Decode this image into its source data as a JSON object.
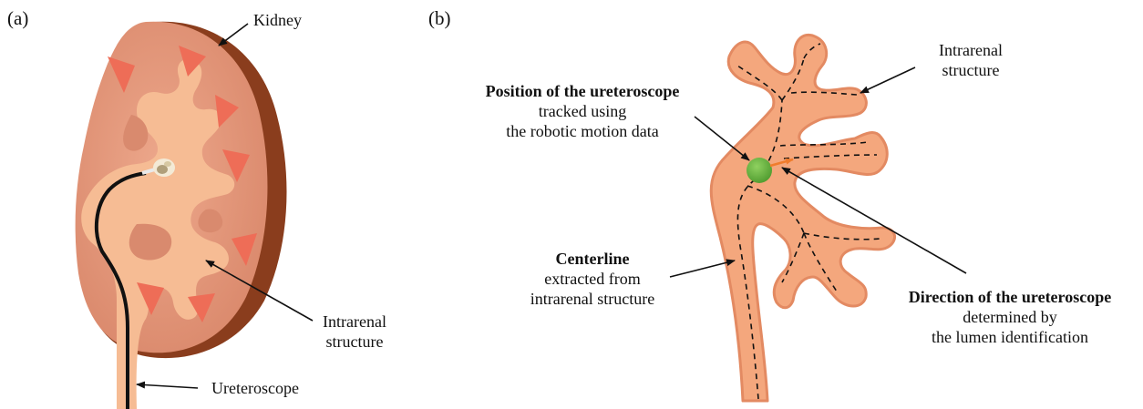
{
  "panels": {
    "a": {
      "letter": "(a)",
      "kidney_label": "Kidney",
      "intrarenal_label": [
        "Intrarenal",
        "structure"
      ],
      "ureteroscope_label": "Ureteroscope"
    },
    "b": {
      "letter": "(b)",
      "intrarenal_label": [
        "Intrarenal",
        "structure"
      ],
      "position": {
        "title": "Position of the ureteroscope",
        "lines": [
          "tracked using",
          "the robotic motion data"
        ]
      },
      "centerline": {
        "title": "Centerline",
        "lines": [
          "extracted from",
          "intrarenal structure"
        ]
      },
      "direction": {
        "title": "Direction of the ureteroscope",
        "lines": [
          "determined by",
          "the lumen identification"
        ]
      }
    }
  },
  "colors": {
    "kidney_outer": "#e8a084",
    "kidney_rim": "#8a3d1d",
    "calyx_fill": "#f6bc94",
    "papilla": "#ee6d57",
    "scope": "#111111",
    "structure_fill": "#f4a77d",
    "structure_edge": "#e38a62",
    "scope_position": "#6bb344",
    "direction_arrow": "#f07c2c"
  }
}
